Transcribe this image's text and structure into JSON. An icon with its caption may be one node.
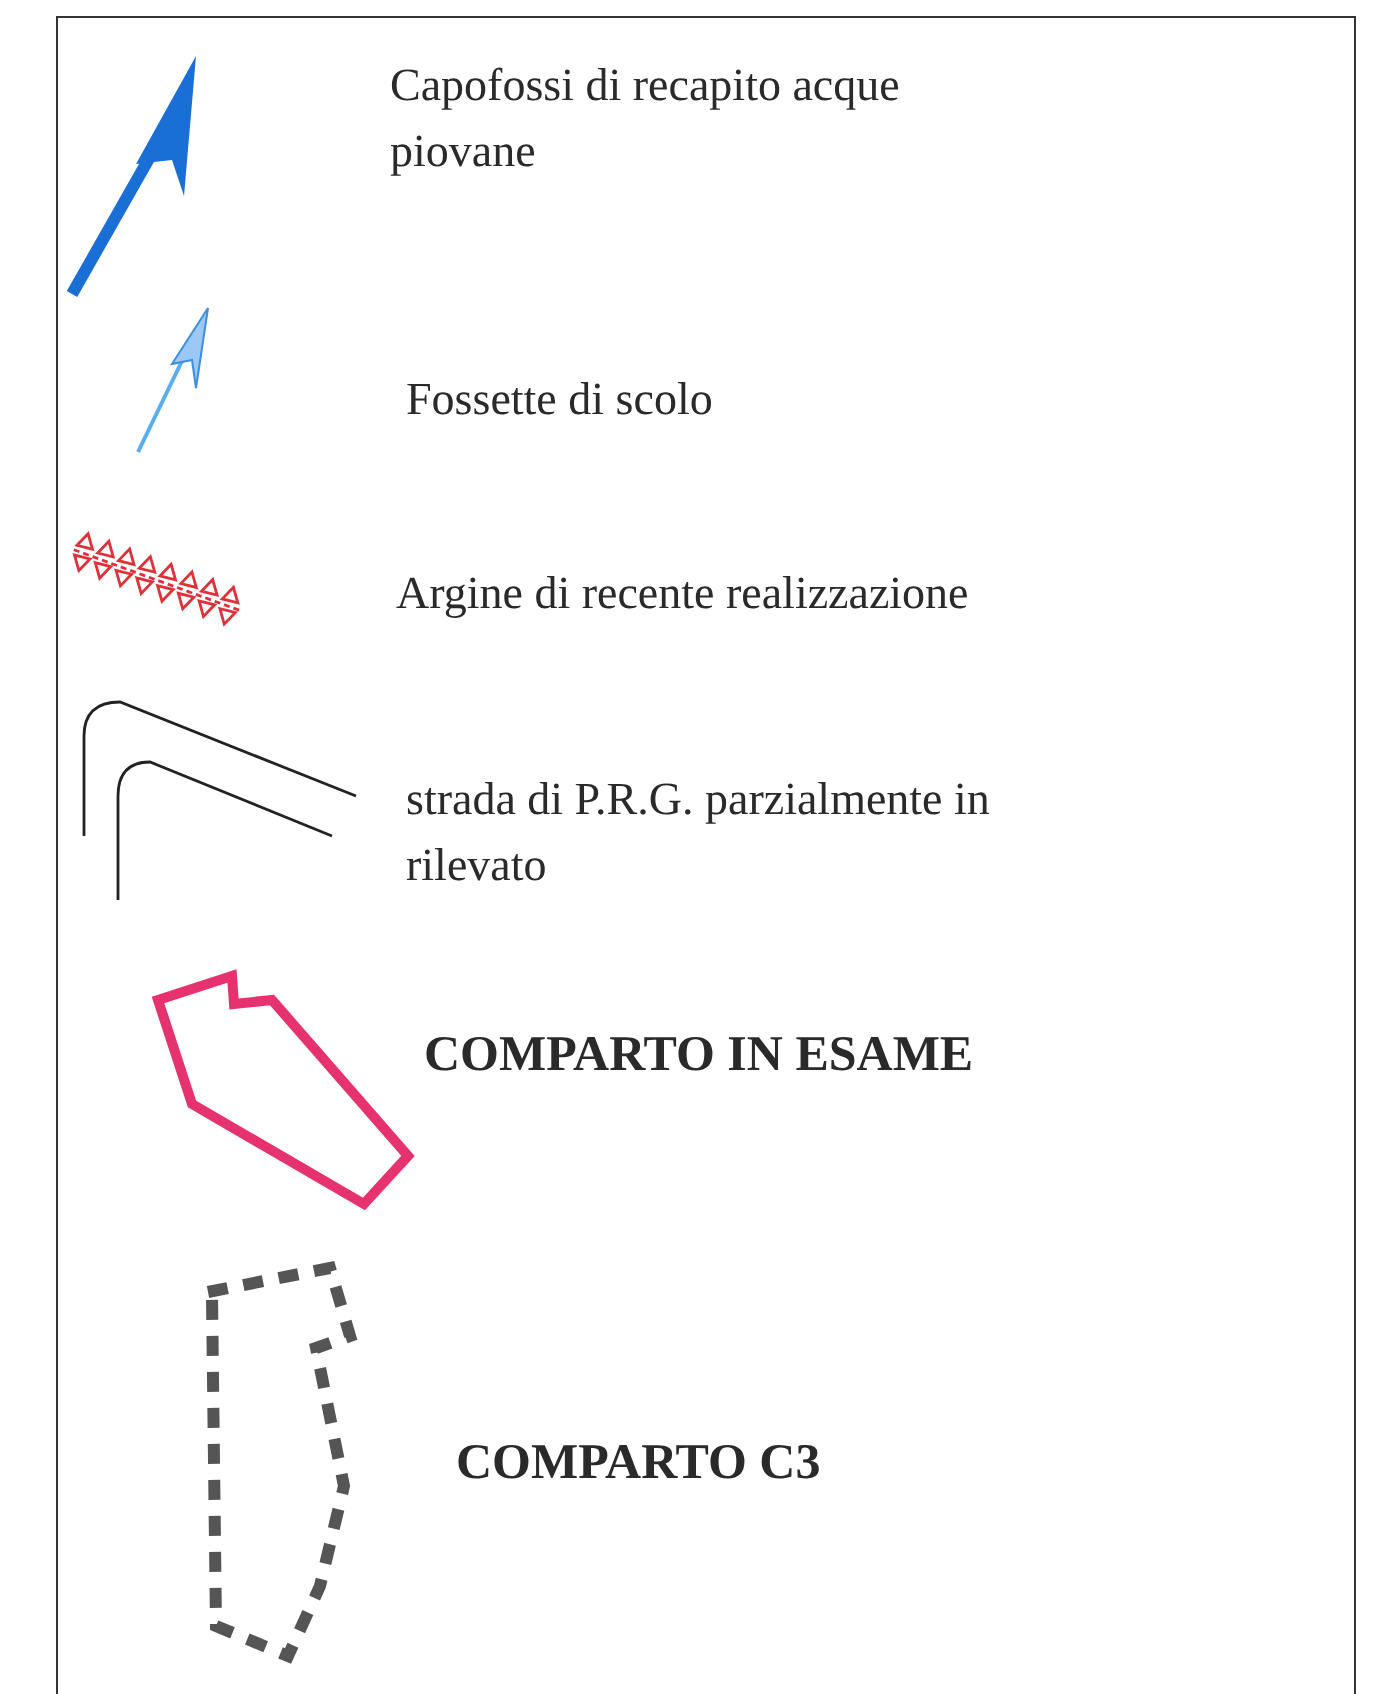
{
  "diagram": {
    "legend": [
      {
        "text": "Capofossi di recapito acque piovane"
      },
      {
        "text": "Fossette di scolo"
      },
      {
        "text": "Argine di recente realizzazione"
      },
      {
        "text": "strada di P.R.G. parzialmente in rilevato"
      },
      {
        "text": "COMPARTO IN ESAME"
      },
      {
        "text": "COMPARTO C3"
      }
    ]
  }
}
